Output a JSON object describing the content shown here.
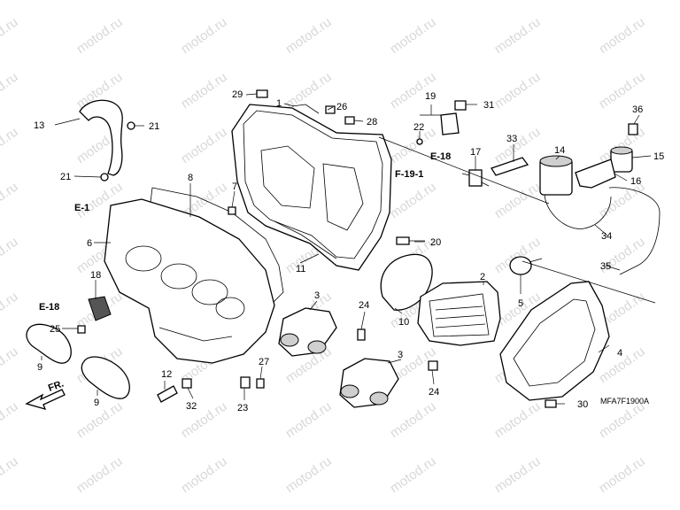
{
  "watermark": "motod.ru",
  "diagram_code": "MFA7F1900A",
  "front_label": "FR.",
  "references": [
    "E-1",
    "E-18",
    "E-18",
    "F-19-1"
  ],
  "callouts": [
    "1",
    "2",
    "3",
    "3",
    "4",
    "5",
    "6",
    "7",
    "8",
    "9",
    "9",
    "10",
    "11",
    "12",
    "13",
    "14",
    "15",
    "16",
    "17",
    "18",
    "19",
    "20",
    "21",
    "21",
    "22",
    "23",
    "24",
    "24",
    "25",
    "26",
    "27",
    "28",
    "29",
    "30",
    "31",
    "32",
    "33",
    "34",
    "35",
    "36"
  ]
}
